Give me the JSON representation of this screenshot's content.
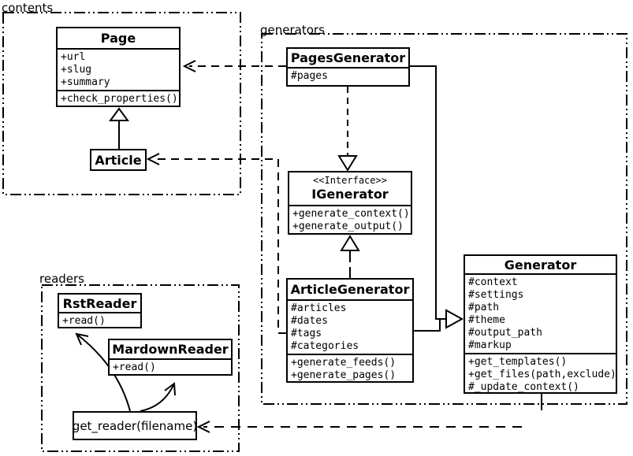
{
  "packages": {
    "contents": {
      "label": "contents"
    },
    "generators": {
      "label": "generators"
    },
    "readers": {
      "label": "readers"
    }
  },
  "classes": {
    "page": {
      "title": "Page",
      "attributes": [
        "+url",
        "+slug",
        "+summary"
      ],
      "methods": [
        "+check_properties()"
      ]
    },
    "article": {
      "title": "Article"
    },
    "pages_generator": {
      "title": "PagesGenerator",
      "attributes": [
        "#pages"
      ]
    },
    "igenerator": {
      "stereotype": "<<Interface>>",
      "title": "IGenerator",
      "methods": [
        "+generate_context()",
        "+generate_output()"
      ]
    },
    "article_generator": {
      "title": "ArticleGenerator",
      "attributes": [
        "#articles",
        "#dates",
        "#tags",
        "#categories"
      ],
      "methods": [
        "+generate_feeds()",
        "+generate_pages()"
      ]
    },
    "generator": {
      "title": "Generator",
      "attributes": [
        "#context",
        "#settings",
        "#path",
        "#theme",
        "#output_path",
        "#markup"
      ],
      "methods": [
        "+get_templates()",
        "+get_files(path,exclude)",
        "#_update_context()"
      ]
    },
    "rst_reader": {
      "title": "RstReader",
      "methods": [
        "+read()"
      ]
    },
    "mardown_reader": {
      "title": "MardownReader",
      "methods": [
        "+read()"
      ]
    },
    "get_reader": {
      "title": "get_reader(filename)"
    }
  },
  "colors": {
    "line": "#000000",
    "background": "#ffffff",
    "box_fill": "#ffffff"
  }
}
